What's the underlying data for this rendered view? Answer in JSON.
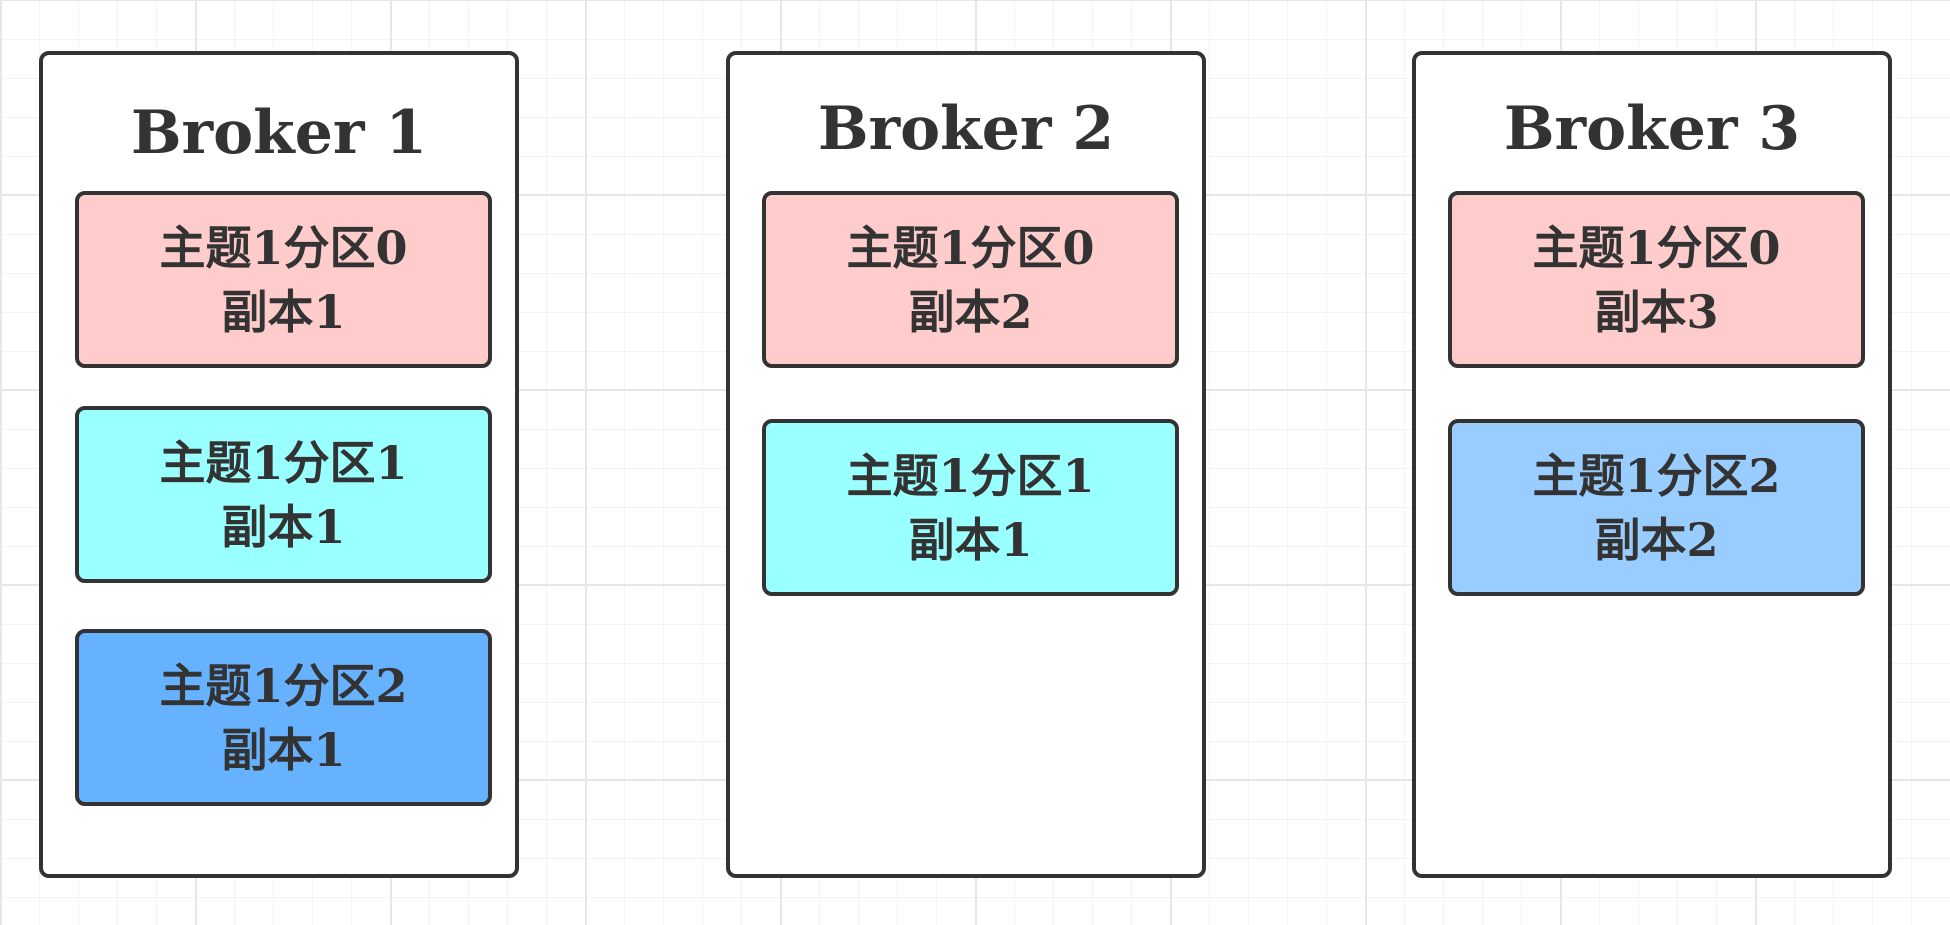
{
  "brokers": [
    {
      "title": "Broker 1",
      "replicas": [
        {
          "line1": "主题1分区0",
          "line2": "副本1",
          "color": "#ffcccc"
        },
        {
          "line1": "主题1分区1",
          "line2": "副本1",
          "color": "#99ffff"
        },
        {
          "line1": "主题1分区2",
          "line2": "副本1",
          "color": "#66b2ff"
        }
      ]
    },
    {
      "title": "Broker 2",
      "replicas": [
        {
          "line1": "主题1分区0",
          "line2": "副本2",
          "color": "#ffcccc"
        },
        {
          "line1": "主题1分区1",
          "line2": "副本1",
          "color": "#99ffff"
        }
      ]
    },
    {
      "title": "Broker 3",
      "replicas": [
        {
          "line1": "主题1分区0",
          "line2": "副本3",
          "color": "#ffcccc"
        },
        {
          "line1": "主题1分区2",
          "line2": "副本2",
          "color": "#99ccff"
        }
      ]
    }
  ],
  "colors": {
    "border": "#333333",
    "background": "#ffffff",
    "grid": "#e6e6e6"
  }
}
